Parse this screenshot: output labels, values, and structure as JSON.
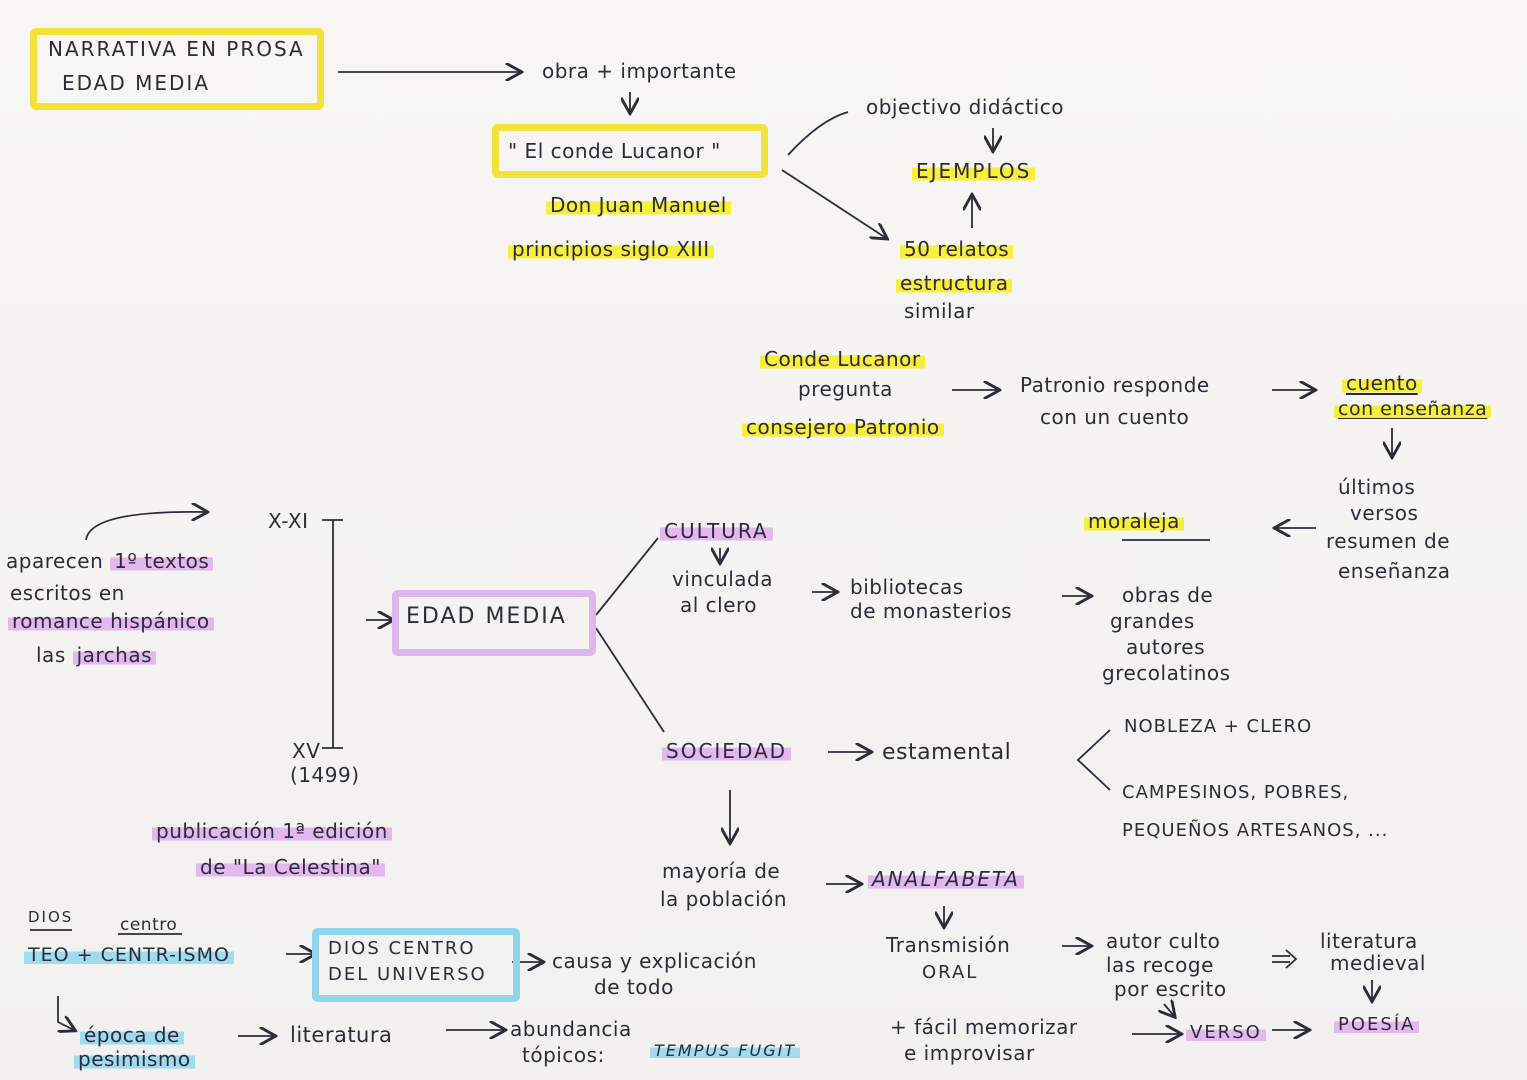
{
  "title": {
    "line1": "NARRATIVA EN PROSA",
    "line2": "EDAD MEDIA"
  },
  "lucanor": {
    "obra": "obra + importante",
    "titulo": "\" El conde Lucanor \"",
    "autor": "Don Juan Manuel",
    "fecha": "principios siglo XIII",
    "objetivo": "objectivo didáctico",
    "ejemplos": "EJEMPLOS",
    "relatos": "50 relatos",
    "estructura1": "estructura",
    "estructura2": "similar"
  },
  "estructura_relato": {
    "conde": "Conde Lucanor",
    "pregunta": "pregunta",
    "consejero": "consejero Patronio",
    "responde1": "Patronio responde",
    "responde2": "con un cuento",
    "cuento1": "cuento",
    "cuento2": "con enseñanza",
    "versos1": "últimos",
    "versos2": "versos",
    "versos3": "resumen de",
    "versos4": "enseñanza",
    "moraleja": "moraleja"
  },
  "cronologia": {
    "inicio": "X-XI",
    "fin": "XV",
    "anio": "(1499)",
    "aparecen1": "aparecen",
    "aparecen_hl": "1º textos",
    "aparecen2": "escritos en",
    "aparecen3": "romance hispánico",
    "aparecen4": "las",
    "aparecen4_hl": "jarchas",
    "publicacion1": "publicación 1ª edición",
    "publicacion2": "de \"La Celestina\""
  },
  "edad_media": "EDAD MEDIA",
  "cultura": {
    "label": "CULTURA",
    "vinculada1": "vinculada",
    "vinculada2": "al clero",
    "bibliotecas1": "bibliotecas",
    "bibliotecas2": "de monasterios",
    "obras1": "obras de",
    "obras2": "grandes",
    "obras3": "autores",
    "obras4": "grecolatinos"
  },
  "sociedad": {
    "label": "SOCIEDAD",
    "estamental": "estamental",
    "nobleza": "NOBLEZA + CLERO",
    "campesinos": "CAMPESINOS, POBRES,",
    "artesanos": "PEQUEÑOS ARTESANOS, ...",
    "mayoria1": "mayoría de",
    "mayoria2": "la población",
    "analfabeta": "ANALFABETA",
    "transmision1": "Transmisión",
    "transmision2": "ORAL",
    "autor1": "autor culto",
    "autor2": "las recoge",
    "autor3": "por escrito",
    "literatura1": "literatura",
    "literatura2": "medieval",
    "facil1": "+ fácil memorizar",
    "facil2": "e improvisar",
    "verso": "VERSO",
    "poesia": "POESÍA"
  },
  "teocentrismo": {
    "dios": "DIOS",
    "centro": "centro",
    "teo": "TEO + CENTR-ISMO",
    "dios_centro1": "DIOS CENTRO",
    "dios_centro2": "DEL UNIVERSO",
    "causa1": "causa y explicación",
    "causa2": "de todo",
    "epoca1": "época de",
    "epoca2": "pesimismo",
    "literatura": "literatura",
    "abundancia1": "abundancia",
    "abundancia2": "tópicos:",
    "tempus": "TEMPUS FUGIT"
  },
  "colors": {
    "yellow": "#f7ef3a",
    "purple": "#e2b8ef",
    "blue": "#9fdcef",
    "ink": "#2c2c3a"
  },
  "icons": [
    "arrow-right-icon",
    "arrow-down-icon",
    "arrow-up-icon",
    "arrow-left-icon",
    "brace-icon"
  ]
}
